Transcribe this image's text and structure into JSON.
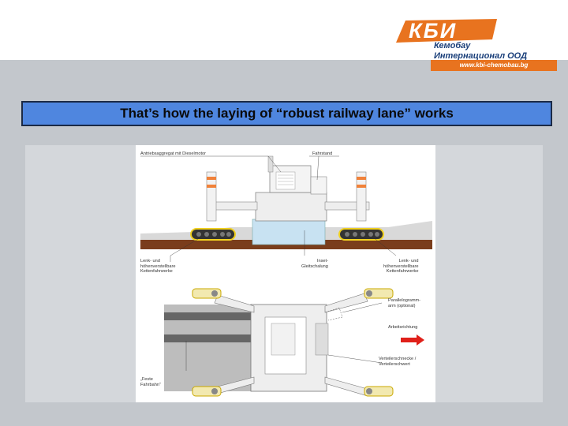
{
  "logo": {
    "brand": "КБИ",
    "line1": "Кемобау",
    "line2": "Интернационал ООД",
    "url": "www.kbi-chemobau.bg",
    "colors": {
      "orange": "#e8731f",
      "blue": "#1a3f7a"
    }
  },
  "slide": {
    "title": "That’s how the laying of “robust railway lane” works",
    "title_background": "#4f86df"
  },
  "diagram": {
    "side_view": {
      "label_drive": "Antriebsaggregat mit Dieselmotor",
      "label_cab": "Fahrstand",
      "label_left_tracks": "Lenk- und\nhöhenverstellbare\nKettenfahrwerke",
      "label_inset": "Inset-\nGleitschalung",
      "label_right_tracks": "Lenk- und\nhöhenverstellbare\nKettenfahrwerke"
    },
    "top_view": {
      "label_parallelogram": "Parallelogramm-\narm (optional)",
      "label_direction": "Arbeitsrichtung",
      "label_spreader": "Verteilerschnecke /\nVerteilerschwert",
      "label_fixed_track": "„Feste\nFahrbahn“"
    },
    "colors": {
      "ground": "#7a3d1c",
      "concrete": "#c8e2f2",
      "track_yellow": "#f0d020",
      "arrow": "#e0201a",
      "warning": "#f0823a"
    }
  }
}
